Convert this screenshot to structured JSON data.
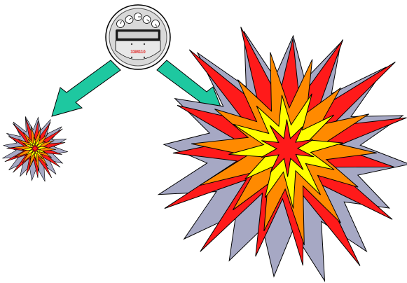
{
  "meter": {
    "label": "33M110",
    "dial_count": 5,
    "icon": "electric-meter-icon"
  },
  "arrows": [
    {
      "name": "arrow-to-small-explosion",
      "direction": "down-left",
      "icon": "arrow-icon"
    },
    {
      "name": "arrow-to-large-explosion",
      "direction": "down-right",
      "icon": "arrow-icon"
    }
  ],
  "explosions": [
    {
      "name": "small-explosion",
      "size": "small",
      "icon": "explosion-icon"
    },
    {
      "name": "large-explosion",
      "size": "large",
      "icon": "explosion-icon"
    }
  ],
  "colors": {
    "arrow_fill": "#1ec8a0",
    "burst_back": "#a6a8c4",
    "burst_red": "#ff1a1a",
    "burst_orange": "#ff8a00",
    "burst_yellow": "#ffff00",
    "meter_body": "#d9d9d9",
    "meter_label": "#e0201f"
  }
}
